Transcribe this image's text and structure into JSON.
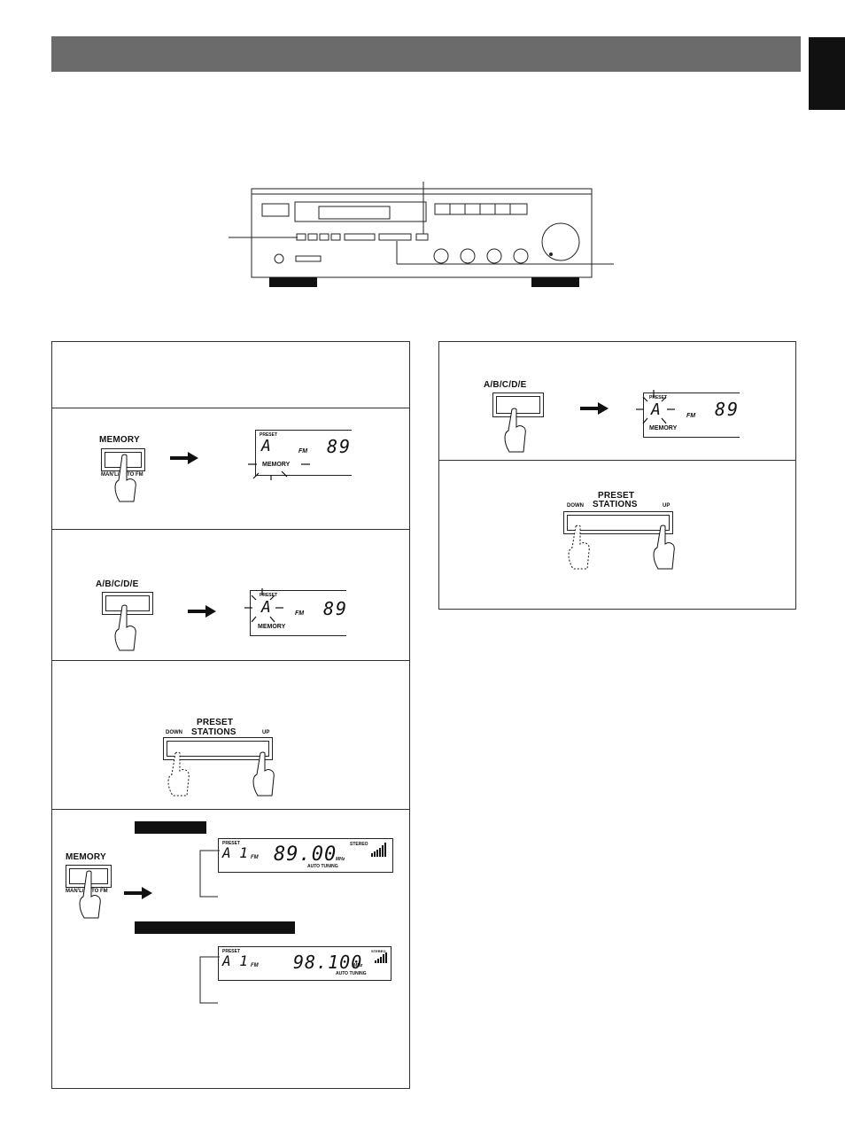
{
  "panel_a": {
    "memory_label": "MEMORY",
    "memory_sub_label": "MAN'L/AUTO FM",
    "abcde_label": "A/B/C/D/E",
    "preset_label": "PRESET",
    "stations_label": "STATIONS",
    "down_label": "DOWN",
    "up_label": "UP"
  },
  "lcd": {
    "preset_text": "PRESET",
    "memory_text": "MEMORY",
    "fm_text": "FM",
    "bank_letter": "A",
    "partial_freq": "89",
    "stereo_text": "STEREO",
    "mhz_text": "MHz",
    "auto_tuning_text": "AUTO TUNING",
    "station_1": "A  1",
    "freq_1": "89.00",
    "freq_2": "98.100"
  },
  "panel_b": {
    "abcde_label": "A/B/C/D/E",
    "preset_label": "PRESET",
    "stations_label": "STATIONS",
    "down_label": "DOWN",
    "up_label": "UP"
  }
}
